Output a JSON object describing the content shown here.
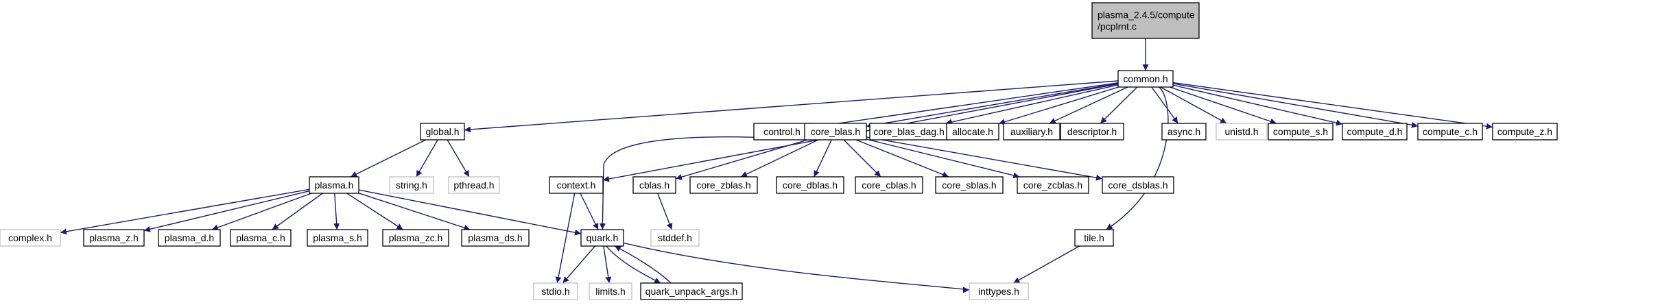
{
  "graph": {
    "root_line1": "plasma_2.4.5/compute",
    "root_line2": "/pcplrnt.c",
    "nodes": [
      {
        "id": "root",
        "label": "plasma_2.4.5/compute\n/pcplrnt.c",
        "kind": "root"
      },
      {
        "id": "common",
        "label": "common.h",
        "kind": "doc"
      },
      {
        "id": "global",
        "label": "global.h",
        "kind": "doc"
      },
      {
        "id": "context",
        "label": "context.h",
        "kind": "doc"
      },
      {
        "id": "control",
        "label": "control.h",
        "kind": "doc"
      },
      {
        "id": "core_blas",
        "label": "core_blas.h",
        "kind": "doc"
      },
      {
        "id": "core_blas_dag",
        "label": "core_blas_dag.h",
        "kind": "doc"
      },
      {
        "id": "allocate",
        "label": "allocate.h",
        "kind": "doc"
      },
      {
        "id": "auxiliary",
        "label": "auxiliary.h",
        "kind": "doc"
      },
      {
        "id": "descriptor",
        "label": "descriptor.h",
        "kind": "doc"
      },
      {
        "id": "async",
        "label": "async.h",
        "kind": "doc"
      },
      {
        "id": "unistd",
        "label": "unistd.h",
        "kind": "missing"
      },
      {
        "id": "compute_s",
        "label": "compute_s.h",
        "kind": "doc"
      },
      {
        "id": "compute_d",
        "label": "compute_d.h",
        "kind": "doc"
      },
      {
        "id": "compute_c",
        "label": "compute_c.h",
        "kind": "doc"
      },
      {
        "id": "compute_z",
        "label": "compute_z.h",
        "kind": "doc"
      },
      {
        "id": "plasma",
        "label": "plasma.h",
        "kind": "doc"
      },
      {
        "id": "string",
        "label": "string.h",
        "kind": "missing"
      },
      {
        "id": "pthread",
        "label": "pthread.h",
        "kind": "missing"
      },
      {
        "id": "cblas",
        "label": "cblas.h",
        "kind": "doc"
      },
      {
        "id": "core_zblas",
        "label": "core_zblas.h",
        "kind": "doc"
      },
      {
        "id": "core_dblas",
        "label": "core_dblas.h",
        "kind": "doc"
      },
      {
        "id": "core_cblas",
        "label": "core_cblas.h",
        "kind": "doc"
      },
      {
        "id": "core_sblas",
        "label": "core_sblas.h",
        "kind": "doc"
      },
      {
        "id": "core_zcblas",
        "label": "core_zcblas.h",
        "kind": "doc"
      },
      {
        "id": "core_dsblas",
        "label": "core_dsblas.h",
        "kind": "doc"
      },
      {
        "id": "stddef",
        "label": "stddef.h",
        "kind": "missing"
      },
      {
        "id": "tile",
        "label": "tile.h",
        "kind": "doc"
      },
      {
        "id": "complex",
        "label": "complex.h",
        "kind": "missing"
      },
      {
        "id": "plasma_z",
        "label": "plasma_z.h",
        "kind": "doc"
      },
      {
        "id": "plasma_d",
        "label": "plasma_d.h",
        "kind": "doc"
      },
      {
        "id": "plasma_c",
        "label": "plasma_c.h",
        "kind": "doc"
      },
      {
        "id": "plasma_s",
        "label": "plasma_s.h",
        "kind": "doc"
      },
      {
        "id": "plasma_zc",
        "label": "plasma_zc.h",
        "kind": "doc"
      },
      {
        "id": "plasma_ds",
        "label": "plasma_ds.h",
        "kind": "doc"
      },
      {
        "id": "quark",
        "label": "quark.h",
        "kind": "doc"
      },
      {
        "id": "stdio",
        "label": "stdio.h",
        "kind": "missing"
      },
      {
        "id": "limits",
        "label": "limits.h",
        "kind": "missing"
      },
      {
        "id": "quark_unpack_args",
        "label": "quark_unpack_args.h",
        "kind": "doc"
      },
      {
        "id": "inttypes",
        "label": "inttypes.h",
        "kind": "missing"
      }
    ],
    "edges": [
      [
        "root",
        "common"
      ],
      [
        "common",
        "global"
      ],
      [
        "common",
        "context"
      ],
      [
        "common",
        "control"
      ],
      [
        "common",
        "core_blas"
      ],
      [
        "common",
        "core_blas_dag"
      ],
      [
        "common",
        "allocate"
      ],
      [
        "common",
        "auxiliary"
      ],
      [
        "common",
        "descriptor"
      ],
      [
        "common",
        "tile"
      ],
      [
        "common",
        "async"
      ],
      [
        "common",
        "unistd"
      ],
      [
        "common",
        "compute_s"
      ],
      [
        "common",
        "compute_d"
      ],
      [
        "common",
        "compute_c"
      ],
      [
        "common",
        "compute_z"
      ],
      [
        "global",
        "plasma"
      ],
      [
        "global",
        "string"
      ],
      [
        "global",
        "pthread"
      ],
      [
        "plasma",
        "complex"
      ],
      [
        "plasma",
        "plasma_z"
      ],
      [
        "plasma",
        "plasma_d"
      ],
      [
        "plasma",
        "plasma_c"
      ],
      [
        "plasma",
        "plasma_s"
      ],
      [
        "plasma",
        "plasma_zc"
      ],
      [
        "plasma",
        "plasma_ds"
      ],
      [
        "plasma",
        "quark"
      ],
      [
        "context",
        "quark"
      ],
      [
        "context",
        "stdio"
      ],
      [
        "core_blas",
        "quark"
      ],
      [
        "core_blas",
        "cblas"
      ],
      [
        "core_blas",
        "core_zblas"
      ],
      [
        "core_blas",
        "core_dblas"
      ],
      [
        "core_blas",
        "core_cblas"
      ],
      [
        "core_blas",
        "core_sblas"
      ],
      [
        "core_blas",
        "core_zcblas"
      ],
      [
        "core_blas",
        "core_dsblas"
      ],
      [
        "cblas",
        "stddef"
      ],
      [
        "tile",
        "inttypes"
      ],
      [
        "quark",
        "stdio"
      ],
      [
        "quark",
        "limits"
      ],
      [
        "quark",
        "quark_unpack_args"
      ],
      [
        "quark",
        "inttypes"
      ],
      [
        "quark_unpack_args",
        "quark"
      ]
    ],
    "colors": {
      "edge": "#191970",
      "missing_border": "#bfbfbf",
      "root_fill": "#bfbfbf"
    }
  }
}
